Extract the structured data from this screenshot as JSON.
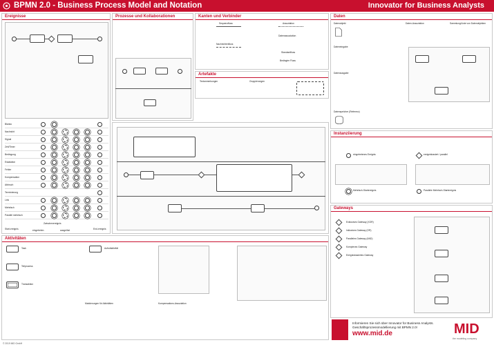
{
  "header": {
    "title": "BPMN 2.0 - Business Process Model and Notation",
    "tagline": "Innovator for Business Analysts"
  },
  "sections": {
    "events": "Ereignisse",
    "processes": "Prozesse und Kollaborationen",
    "edges": "Kanten und Verbinder",
    "artifacts": "Artefakte",
    "data": "Daten",
    "instantiation": "Instanziierung",
    "activities": "Aktivitäten",
    "gateways": "Gateways"
  },
  "events": {
    "rows": [
      "Blanko",
      "Nachricht",
      "Signal",
      "Zeit/Timer",
      "Bedingung",
      "Eskalation",
      "Fehler",
      "Kompensation",
      "Abbruch",
      "Terminierung",
      "Link",
      "Mehrfach",
      "Parallel mehrfach"
    ],
    "zwischen": "Zwischenereignis",
    "start": "Start-ereignis",
    "eingetreten": "eingetreten",
    "ausgeloest": "ausgelöst",
    "end": "End-ereignis"
  },
  "edges": {
    "sequence": "Sequenzfluss",
    "message": "Nachrichtenfluss",
    "association": "Assoziation",
    "data_assoc": "Datenassoziation",
    "default": "Standardfluss",
    "conditional": "Bedingter Fluss"
  },
  "artifacts": {
    "text_annotation": "Textanmerkungen",
    "group": "Gruppierungen"
  },
  "data": {
    "object": "Datenobjekt",
    "input": "Dateneingabe",
    "output": "Datenausgabe",
    "store": "Datenspeicher (Referenz)",
    "association": "Daten-Assoziation",
    "collection": "Sammlung/Liste von Datenobjekten"
  },
  "instantiation": {
    "eingetretenes_ereignis": "eingetretenes Ereignis",
    "ereignisbasiert_parallel": "ereignisbasiert / parallel",
    "mehrfach": "Mehrfach-Startereignis",
    "parallel": "Parallele Mehrfach-Startereignis"
  },
  "gateways": {
    "exclusive": "Exklusives Gateway (XOR)",
    "inclusive": "Inklusives Gateway (OR)",
    "parallel": "Paralleles Gateway (AND)",
    "complex": "Komplexes Gateway",
    "event_based": "Ereignisbasiertes Gateway"
  },
  "activities": {
    "task": "Task",
    "subprocess": "Teilprozess",
    "transaction": "Transaktion",
    "call": "Aufrufaktivität",
    "compensation": "Kompensations-Assoziation",
    "markers": "Markierungen für Aktivitäten"
  },
  "footer": {
    "promo_line1": "Informieren Sie sich über Innovator for Business Analysts.",
    "promo_line2": "Geschäftsprozessmodellierung mit BPMN 2.0!",
    "url": "www.mid.de",
    "brand": "MID",
    "brand_sub": "the modeling company",
    "copyright": "© 2019 MID GmbH"
  },
  "colors": {
    "accent": "#c8102e",
    "border": "#c8c8c8"
  }
}
